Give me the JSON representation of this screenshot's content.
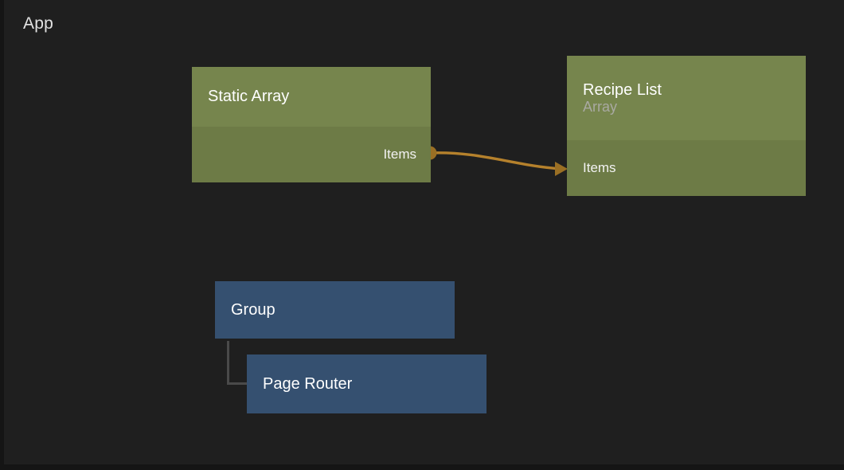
{
  "page": {
    "title": "App",
    "background_color": "#1f1f1f",
    "frame_color": "#151515"
  },
  "palette": {
    "node_green_header": "#76854d",
    "node_green_body": "#6d7b46",
    "node_blue": "#355070",
    "edge_orange": "#b5812c",
    "tree_connector": "#4a4a4a",
    "title_text": "#ffffff",
    "subtitle_text": "#a9a9a2"
  },
  "nodes": [
    {
      "id": "static-array",
      "title": "Static Array",
      "subtitle": "",
      "type": "array",
      "ports": [
        {
          "name": "Items",
          "direction": "output",
          "shape": "circle"
        }
      ]
    },
    {
      "id": "recipe-list",
      "title": "Recipe List",
      "subtitle": "Array",
      "type": "array",
      "ports": [
        {
          "name": "Items",
          "direction": "input",
          "shape": "arrow"
        }
      ]
    },
    {
      "id": "group",
      "title": "Group",
      "subtitle": "",
      "type": "group",
      "ports": []
    },
    {
      "id": "page-router",
      "title": "Page Router",
      "subtitle": "",
      "type": "router",
      "ports": []
    }
  ],
  "edges": [
    {
      "id": "items-to-items",
      "from_node": "static-array",
      "from_port": "Items",
      "to_node": "recipe-list",
      "to_port": "Items",
      "style": "curved-arrow",
      "color": "#b5812c"
    },
    {
      "id": "group-to-page-router",
      "from_node": "group",
      "to_node": "page-router",
      "style": "elbow",
      "color": "#4a4a4a"
    }
  ]
}
